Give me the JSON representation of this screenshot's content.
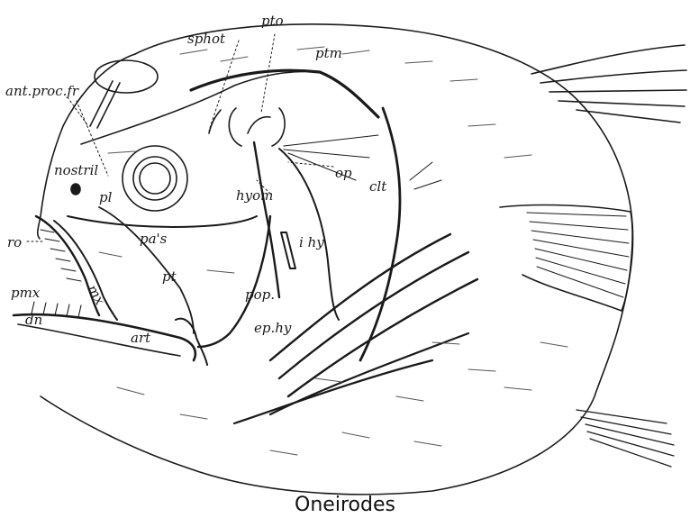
{
  "caption": "Oneirodes",
  "labels": {
    "sphot": "sphot",
    "pto": "pto",
    "ptm": "ptm",
    "ant_proc_fr": "ant.proc.fr",
    "nostril": "nostril",
    "hyom": "hyom",
    "op": "op",
    "clt": "clt",
    "pl": "pl",
    "pa_s": "pa's",
    "ro": "ro",
    "pt": "pt",
    "pop": "pop.",
    "i_hy": "i hy",
    "pmx": "pmx",
    "mx": "mx",
    "ep_hy": "ep.hy",
    "dn": "dn",
    "art": "art"
  }
}
